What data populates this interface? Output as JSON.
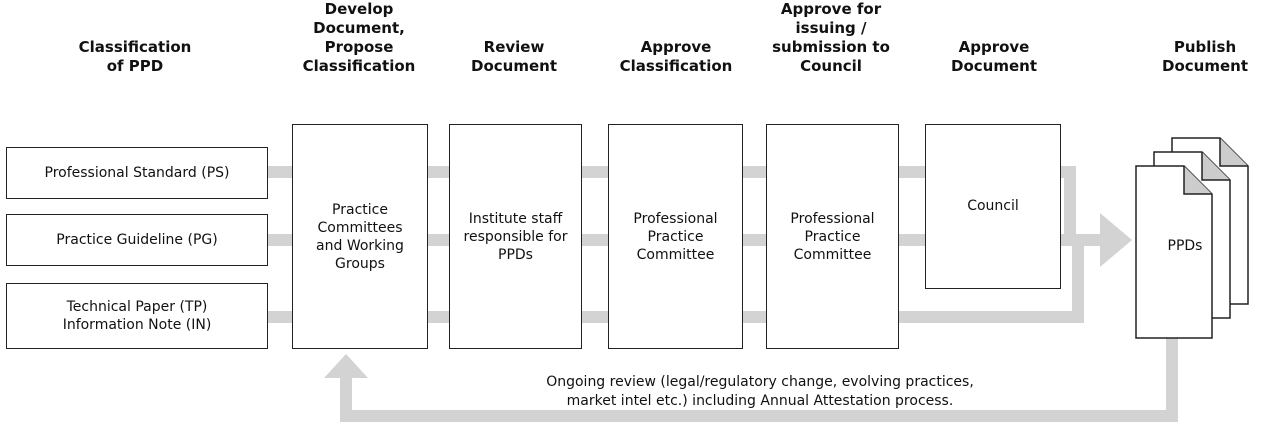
{
  "headers": [
    {
      "id": "classification",
      "label": "Classification\nof PPD"
    },
    {
      "id": "develop",
      "label": "Develop\nDocument,\nPropose\nClassification"
    },
    {
      "id": "review",
      "label": "Review\nDocument"
    },
    {
      "id": "approve-classification",
      "label": "Approve\nClassification"
    },
    {
      "id": "approve-issuing",
      "label": "Approve for\nissuing /\nsubmission to\nCouncil"
    },
    {
      "id": "approve-document",
      "label": "Approve\nDocument"
    },
    {
      "id": "publish",
      "label": "Publish\nDocument"
    }
  ],
  "categories": [
    {
      "id": "ps",
      "label": "Professional Standard (PS)"
    },
    {
      "id": "pg",
      "label": "Practice Guideline (PG)"
    },
    {
      "id": "tp-in",
      "label": "Technical Paper (TP)\nInformation Note (IN)"
    }
  ],
  "stages": [
    {
      "id": "practice-committees",
      "label": "Practice\nCommittees\nand Working\nGroups"
    },
    {
      "id": "institute-staff",
      "label": "Institute staff\nresponsible for\nPPDs"
    },
    {
      "id": "ppc-1",
      "label": "Professional\nPractice\nCommittee"
    },
    {
      "id": "ppc-2",
      "label": "Professional\nPractice\nCommittee"
    },
    {
      "id": "council",
      "label": "Council"
    }
  ],
  "output": {
    "label": "PPDs"
  },
  "feedback_note": "Ongoing review (legal/regulatory change, evolving practices,\nmarket intel etc.) including Annual Attestation process.",
  "colors": {
    "connector": "#d3d3d3",
    "border": "#222222",
    "doc_fill": "#ffffff",
    "doc_fold": "#cccccc"
  }
}
